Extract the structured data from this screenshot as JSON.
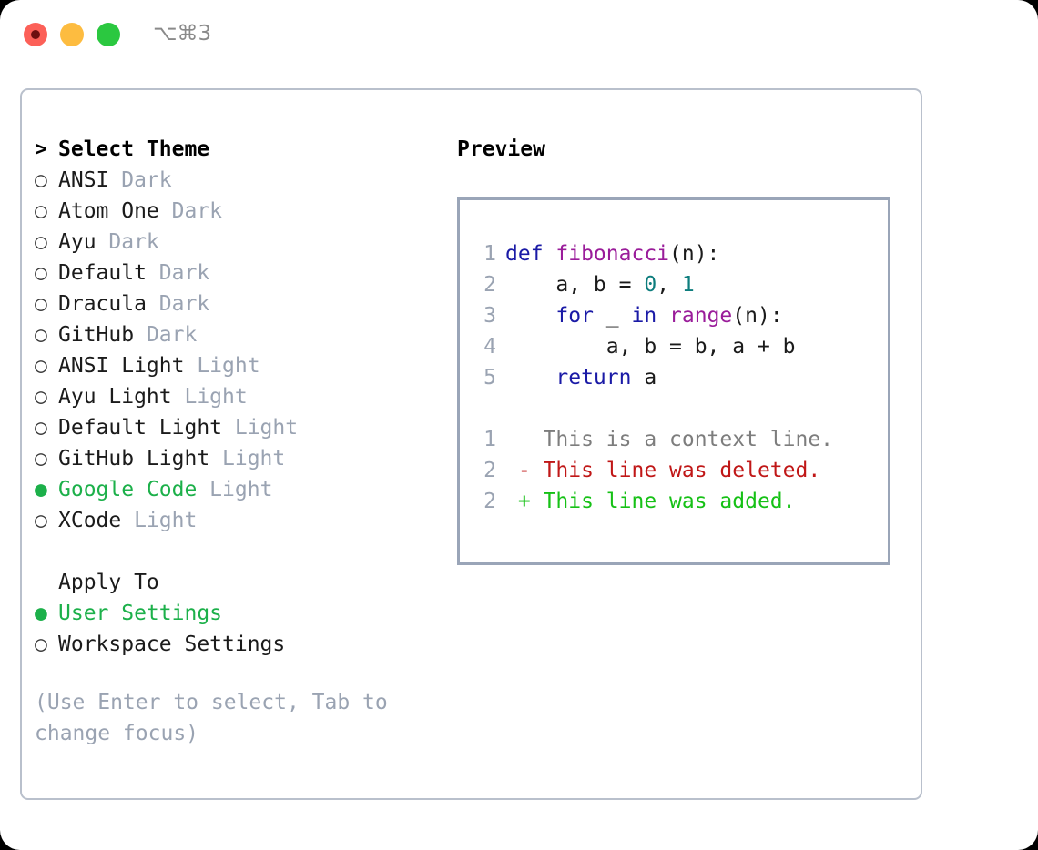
{
  "window": {
    "shortcut_label": "⌥⌘3",
    "traffic_lights": [
      {
        "name": "close",
        "color": "#fc6058"
      },
      {
        "name": "minimize",
        "color": "#fdbc40"
      },
      {
        "name": "maximize",
        "color": "#2bc840"
      }
    ]
  },
  "theme_picker": {
    "heading_prefix": ">",
    "heading": "Select Theme",
    "selected_theme": "Google Code",
    "accent_color": "#1cb04a",
    "suffix_color": "#9aa3b2",
    "bullet_empty": "○",
    "bullet_full": "●",
    "items": [
      {
        "label": "ANSI",
        "variant": "Dark",
        "selected": false
      },
      {
        "label": "Atom One",
        "variant": "Dark",
        "selected": false
      },
      {
        "label": "Ayu",
        "variant": "Dark",
        "selected": false
      },
      {
        "label": "Default",
        "variant": "Dark",
        "selected": false
      },
      {
        "label": "Dracula",
        "variant": "Dark",
        "selected": false
      },
      {
        "label": "GitHub",
        "variant": "Dark",
        "selected": false
      },
      {
        "label": "ANSI Light",
        "variant": "Light",
        "selected": false
      },
      {
        "label": "Ayu Light",
        "variant": "Light",
        "selected": false
      },
      {
        "label": "Default Light",
        "variant": "Light",
        "selected": false
      },
      {
        "label": "GitHub Light",
        "variant": "Light",
        "selected": false
      },
      {
        "label": "Google Code",
        "variant": "Light",
        "selected": true
      },
      {
        "label": "XCode",
        "variant": "Light",
        "selected": false
      }
    ]
  },
  "apply_to": {
    "heading": "Apply To",
    "selected": "User Settings",
    "items": [
      {
        "label": "User Settings",
        "selected": true
      },
      {
        "label": "Workspace Settings",
        "selected": false
      }
    ]
  },
  "hint": {
    "text": "(Use Enter to select, Tab to change focus)"
  },
  "preview": {
    "title": "Preview",
    "code_lines": [
      {
        "number": "1",
        "tokens": [
          {
            "text": "def ",
            "type": "keyword"
          },
          {
            "text": "fibonacci",
            "type": "function"
          },
          {
            "text": "(n):",
            "type": "plain"
          }
        ]
      },
      {
        "number": "2",
        "tokens": [
          {
            "text": "    a, b = ",
            "type": "plain"
          },
          {
            "text": "0",
            "type": "number"
          },
          {
            "text": ", ",
            "type": "plain"
          },
          {
            "text": "1",
            "type": "number"
          }
        ]
      },
      {
        "number": "3",
        "tokens": [
          {
            "text": "    ",
            "type": "plain"
          },
          {
            "text": "for",
            "type": "keyword"
          },
          {
            "text": " _ ",
            "type": "plain"
          },
          {
            "text": "in",
            "type": "keyword"
          },
          {
            "text": " ",
            "type": "plain"
          },
          {
            "text": "range",
            "type": "function"
          },
          {
            "text": "(n):",
            "type": "plain"
          }
        ]
      },
      {
        "number": "4",
        "tokens": [
          {
            "text": "        a, b = b, a + b",
            "type": "plain"
          }
        ]
      },
      {
        "number": "5",
        "tokens": [
          {
            "text": "    ",
            "type": "plain"
          },
          {
            "text": "return",
            "type": "keyword"
          },
          {
            "text": " a",
            "type": "plain"
          }
        ]
      }
    ],
    "diff_lines": [
      {
        "number": "1",
        "marker": " ",
        "text": "This is a context line.",
        "kind": "context"
      },
      {
        "number": "2",
        "marker": "-",
        "text": "This line was deleted.",
        "kind": "deleted"
      },
      {
        "number": "2",
        "marker": "+",
        "text": "This line was added.",
        "kind": "added"
      }
    ],
    "colors": {
      "keyword": "#1a1aa6",
      "function": "#9a1c9a",
      "number": "#0d7d7d",
      "line_number": "#9aa3b2",
      "diff_context": "#7d7d7d",
      "diff_deleted": "#c01717",
      "diff_added": "#16c116",
      "box_border": "#9aa5b8"
    }
  }
}
